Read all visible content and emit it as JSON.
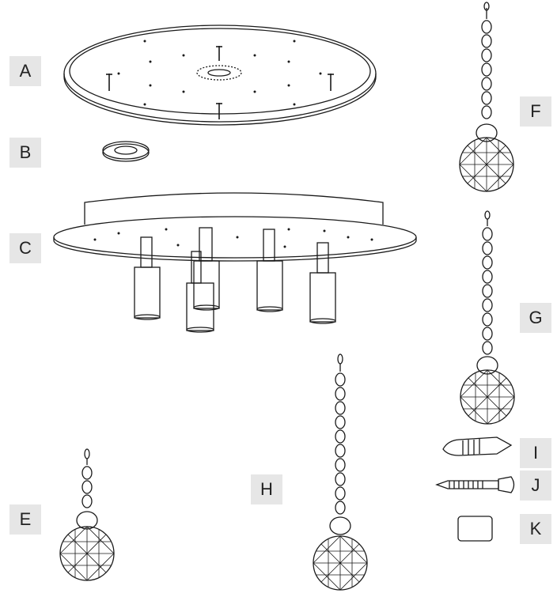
{
  "labels": {
    "A": "A",
    "B": "B",
    "C": "C",
    "E": "E",
    "F": "F",
    "G": "G",
    "H": "H",
    "I": "I",
    "J": "J",
    "K": "K"
  },
  "parts": [
    {
      "letter": "A",
      "depicts": "ceiling-plate"
    },
    {
      "letter": "B",
      "depicts": "washer"
    },
    {
      "letter": "C",
      "depicts": "lamp-body-with-five-sockets"
    },
    {
      "letter": "E",
      "depicts": "short-crystal-pendant"
    },
    {
      "letter": "F",
      "depicts": "crystal-pendant"
    },
    {
      "letter": "G",
      "depicts": "long-crystal-pendant"
    },
    {
      "letter": "H",
      "depicts": "long-crystal-pendant"
    },
    {
      "letter": "I",
      "depicts": "wall-plug"
    },
    {
      "letter": "J",
      "depicts": "screw"
    },
    {
      "letter": "K",
      "depicts": "spacer-pad"
    }
  ],
  "colors": {
    "line": "#1a1a1a",
    "label_bg": "#e6e6e6",
    "background": "#ffffff"
  }
}
